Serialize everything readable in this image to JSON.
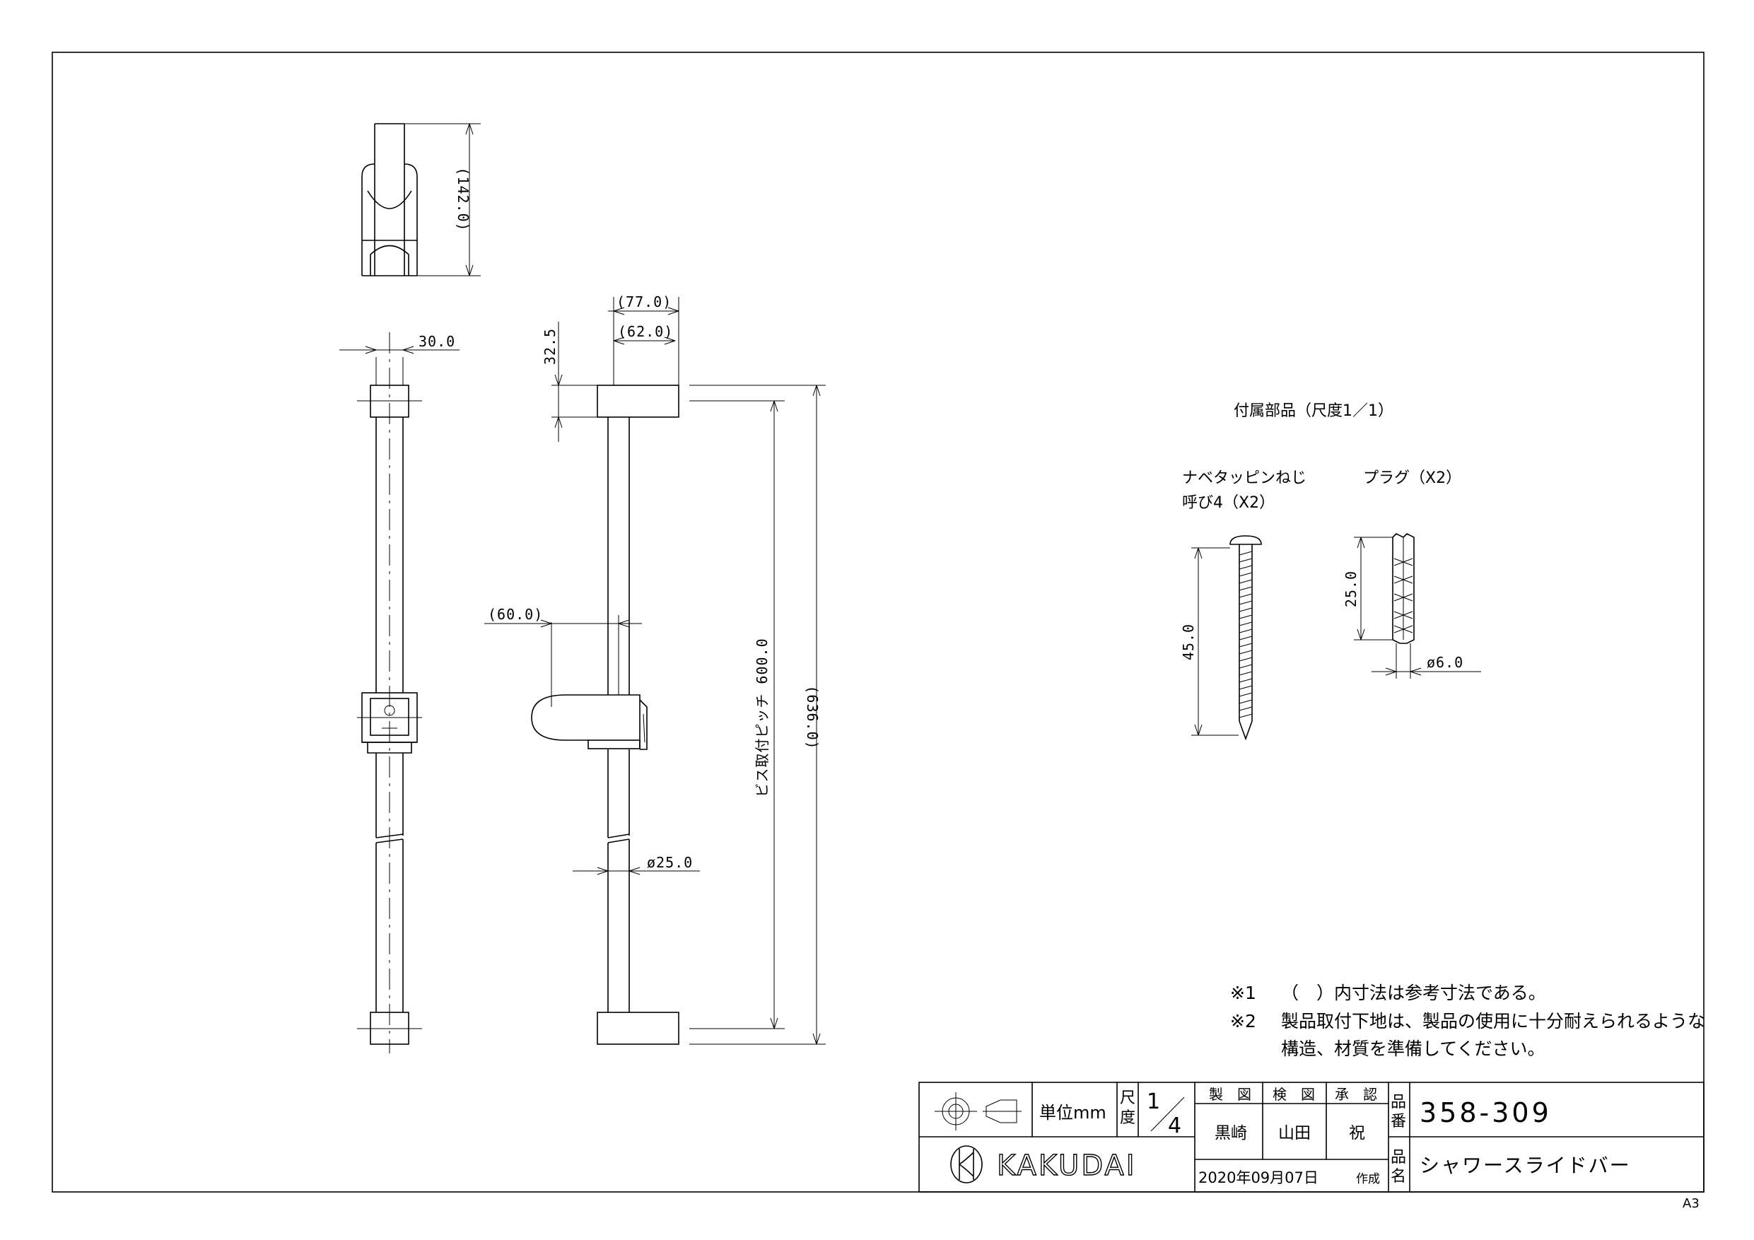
{
  "dimensions": {
    "d142": "(142.0)",
    "d30": "30.0",
    "d77": "(77.0)",
    "d62": "(62.0)",
    "d32_5": "32.5",
    "d60": "(60.0)",
    "d600": "ビス取付ピッチ 600.0",
    "d636": "(636.0)",
    "d25": "ø25.0",
    "d45": "45.0",
    "d25plug": "25.0",
    "d6": "ø6.0"
  },
  "accessories": {
    "title": "付属部品（尺度1／1）",
    "screw_line1": "ナベタッピンねじ",
    "screw_line2": "呼び4（X2）",
    "plug": "プラグ（X2）"
  },
  "notes": {
    "note1_mark": "※1",
    "note1_text": "（　）内寸法は参考寸法である。",
    "note2_mark": "※2",
    "note2_line1": "製品取付下地は、製品の使用に十分耐えられるような",
    "note2_line2": "構造、材質を準備してください。"
  },
  "title_block": {
    "unit": "単位mm",
    "scale_label_1": "尺",
    "scale_label_2": "度",
    "scale_num": "1",
    "scale_den": "4",
    "made_label": "製　図",
    "check_label": "検　図",
    "approve_label": "承　認",
    "made_name": "黒崎",
    "check_name": "山田",
    "approve_name": "祝",
    "part_no_label_1": "品",
    "part_no_label_2": "番",
    "part_no": "358-309",
    "part_name_label_1": "品",
    "part_name_label_2": "名",
    "part_name": "シャワースライドバー",
    "date": "2020年09月07日",
    "date_suffix": "作成",
    "company": "KAKUDAI"
  },
  "sheet_size": "A3"
}
